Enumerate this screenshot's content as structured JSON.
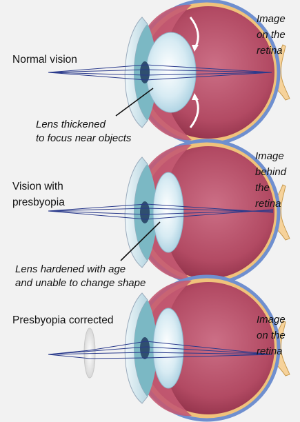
{
  "panels": [
    {
      "id": "normal",
      "label_lines": [
        "Normal vision"
      ],
      "caption_lines": [
        "Lens thickened",
        "to focus near objects"
      ],
      "image_note_lines": [
        "Image",
        "on the",
        "retina"
      ]
    },
    {
      "id": "presbyopia",
      "label_lines": [
        "Vision with",
        "presbyopia"
      ],
      "caption_lines": [
        "Lens hardened with age",
        "and unable to change shape"
      ],
      "image_note_lines": [
        "Image",
        "behind",
        "the",
        "retina"
      ]
    },
    {
      "id": "corrected",
      "label_lines": [
        "Presbyopia corrected"
      ],
      "caption_lines": [],
      "image_note_lines": [
        "Image",
        "on the",
        "retina"
      ]
    }
  ],
  "colors": {
    "background": "#f2f2f2",
    "sclera_outer": "#6f8fcf",
    "choroid": "#f0c27b",
    "vitreous": "#b84f68",
    "iris_cornea": "#7bb8c4",
    "lens": "#cfe4ee",
    "ray": "#2a3a8c",
    "optic_nerve": "#f6d29a"
  }
}
